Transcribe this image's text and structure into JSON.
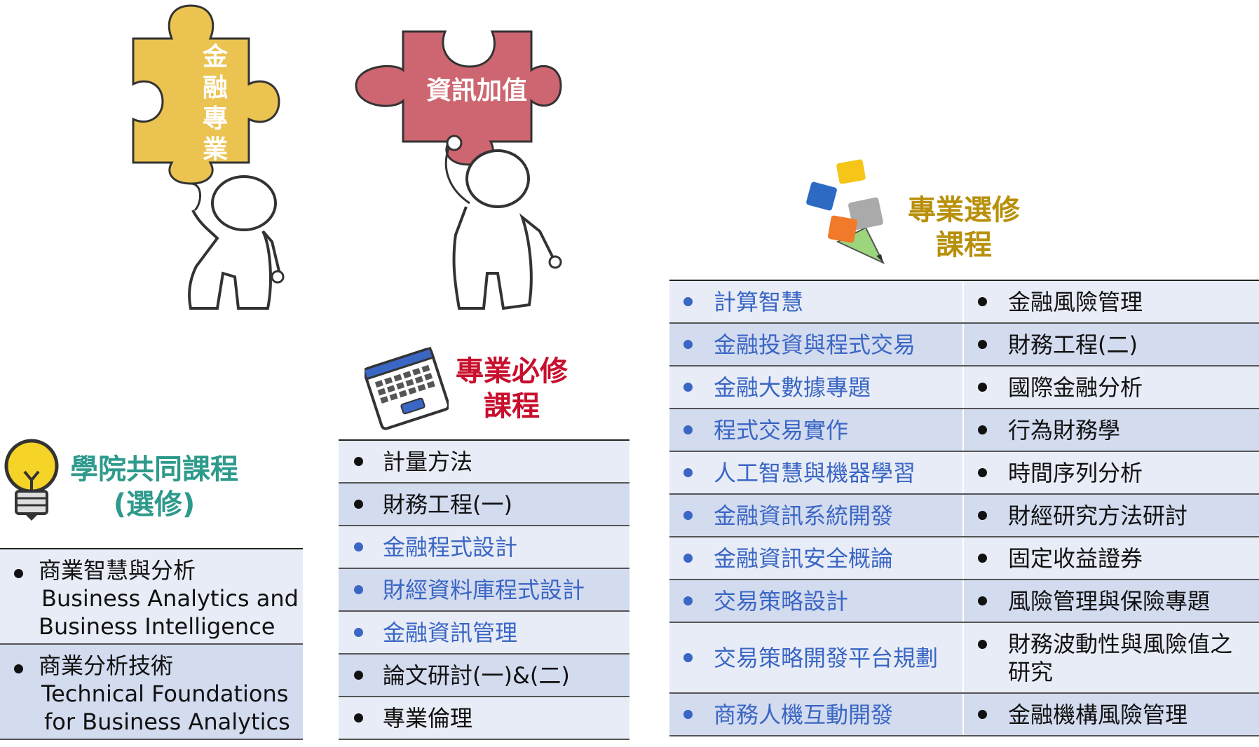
{
  "colors": {
    "yellow_piece": "#ebc351",
    "red_piece": "#cd6670",
    "teal_heading": "#2e9a8c",
    "red_heading": "#c8102e",
    "gold_heading": "#b8900a",
    "blue_text": "#3a66c4",
    "row_light": "#e8ecf6",
    "row_dark": "#d3dbef"
  },
  "puzzle_left": {
    "label": "金融專業"
  },
  "puzzle_right": {
    "label": "資訊加值"
  },
  "college": {
    "heading_line1": "學院共同課程",
    "heading_line2": "(選修)",
    "icon": "lightbulb-icon",
    "items": [
      {
        "zh": "商業智慧與分析",
        "en1": "Business Analytics and",
        "en2": "Business Intelligence"
      },
      {
        "zh": "商業分析技術",
        "en1": "Technical Foundations",
        "en2": "for Business Analytics"
      }
    ]
  },
  "required": {
    "heading_line1": "專業必修",
    "heading_line2": "課程",
    "icon": "laptop-icon",
    "items": [
      {
        "label": "計量方法",
        "blue": false
      },
      {
        "label": "財務工程(一)",
        "blue": false
      },
      {
        "label": "金融程式設計",
        "blue": true
      },
      {
        "label": "財經資料庫程式設計",
        "blue": true
      },
      {
        "label": "金融資訊管理",
        "blue": true
      },
      {
        "label": "論文研討(一)&(二)",
        "blue": false
      },
      {
        "label": "專業倫理",
        "blue": false
      }
    ]
  },
  "elective": {
    "heading_line1": "專業選修",
    "heading_line2": "課程",
    "icon": "puzzle-pencil-icon",
    "left": [
      "計算智慧",
      "金融投資與程式交易",
      "金融大數據專題",
      "程式交易實作",
      "人工智慧與機器學習",
      "金融資訊系統開發",
      "金融資訊安全概論",
      "交易策略設計",
      "交易策略開發平台規劃",
      "商務人機互動開發"
    ],
    "right": [
      "金融風險管理",
      "財務工程(二)",
      "國際金融分析",
      "行為財務學",
      "時間序列分析",
      "財經研究方法研討",
      "固定收益證券",
      "風險管理與保險專題",
      "財務波動性與風險值之",
      "金融機構風險管理"
    ],
    "right_extra_line": "研究"
  }
}
